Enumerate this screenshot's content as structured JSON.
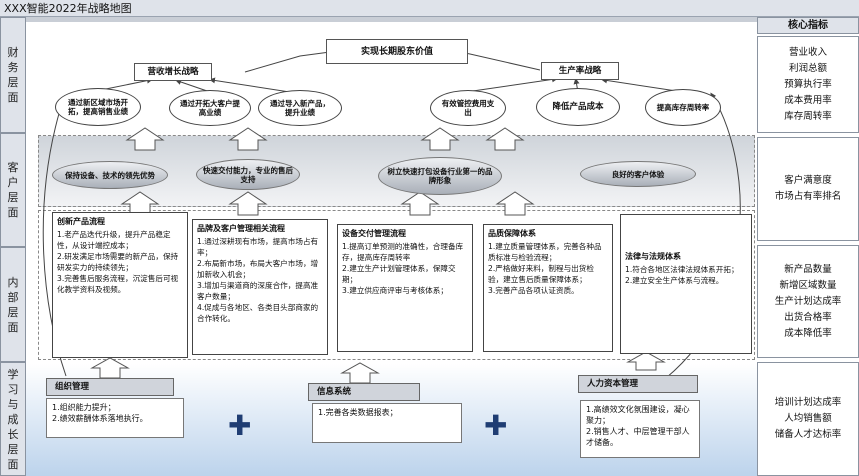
{
  "title": "XXX智能2022年战略地图",
  "layers": {
    "financial": "财务层面",
    "customer": "客户层面",
    "internal": "内部层面",
    "learning": "学习与成长层面"
  },
  "kpi": {
    "header": "核心指标",
    "financial": [
      "营业收入",
      "利润总额",
      "预算执行率",
      "成本费用率",
      "库存周转率"
    ],
    "customer": [
      "客户满意度",
      "市场占有率排名"
    ],
    "internal": [
      "新产品数量",
      "新增区域数量",
      "生产计划达成率",
      "出货合格率",
      "成本降低率"
    ],
    "learning": [
      "培训计划达成率",
      "人均销售额",
      "储备人才达标率"
    ]
  },
  "financial": {
    "top_goal": "实现长期股东价值",
    "growth": "营收增长战略",
    "productivity": "生产率战略",
    "ovals": [
      "通过新区域市场开拓，提高销售业绩",
      "通过开拓大客户提高业绩",
      "通过导入新产品，提升业绩",
      "有效管控费用支出",
      "降低产品成本",
      "提高库存周转率"
    ]
  },
  "customer": {
    "ovals": [
      "保持设备、技术的领先优势",
      "快速交付能力，专业的售后支持",
      "树立快速打包设备行业第一的品牌形象",
      "良好的客户体验"
    ]
  },
  "internal": {
    "processes": [
      {
        "title": "创新产品流程",
        "items": [
          "1.老产品迭代升级，提升产品稳定性，从设计端控成本；",
          "2.研发满足市场需要的新产品，保持研发实力的持续领先；",
          "3.完善售后服务流程，沉淀售后可视化教学资料及视频。"
        ]
      },
      {
        "title": "品牌及客户管理相关流程",
        "items": [
          "1.通过深耕现有市场，提高市场占有率；",
          "2.布局新市场，布局大客户市场，增加新收入机会；",
          "3.增加与渠道商的深度合作，提高准客户数量；",
          "4.促成与各地区、各类目头部商家的合作转化。"
        ]
      },
      {
        "title": "设备交付管理流程",
        "items": [
          "1.提高订单预测的准确性，合理备库存，提高库存周转率",
          "2.建立生产计划管理体系，保障交期；",
          "3.建立供应商评审与考核体系；"
        ]
      },
      {
        "title": "品质保障体系",
        "items": [
          "1.建立质量管理体系，完善各种品质标准与检验流程；",
          "2.严格做好来料，制程与出货检验，建立售后质量保障体系；",
          "3.完善产品各项认证资质。"
        ]
      },
      {
        "title": "法律与法规体系",
        "items": [
          "1.符合各地区法律法规体系开拓；",
          "2.建立安全生产体系与流程。"
        ]
      }
    ]
  },
  "learning": {
    "org": {
      "title": "组织管理",
      "items": [
        "1.组织能力提升；",
        "2.绩效薪酬体系落地执行。"
      ]
    },
    "info": {
      "title": "信息系统",
      "items": [
        "1.完善各类数据报表；"
      ]
    },
    "hr": {
      "title": "人力资本管理",
      "items": [
        "1.高绩效文化氛围建设，凝心聚力；",
        "2.销售人才、中层管理干部人才储备。"
      ]
    }
  },
  "colors": {
    "plus": "#1f3d73",
    "learning_bg_top": "#ffffff",
    "learning_bg_bottom": "#bcd3ec"
  }
}
